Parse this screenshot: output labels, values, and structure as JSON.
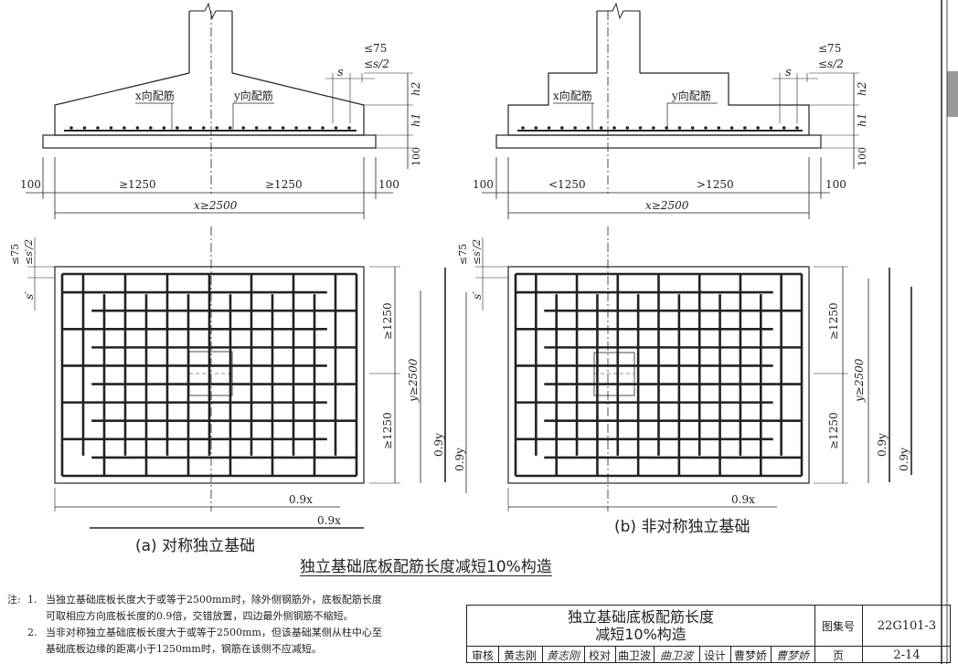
{
  "drawing_labels": {
    "x_rebar": "x向配筋",
    "y_rebar": "y向配筋",
    "le75": "≤75",
    "le_s2": "≤s/2",
    "s": "s",
    "h2": "h2",
    "h1": "h1",
    "dim100": "100",
    "ge1250": "≥1250",
    "lt1250": "<1250",
    "gt1250": ">1250",
    "x_ge2500": "x≥2500",
    "y_ge2500": "y≥2500",
    "zero9x": "0.9x",
    "zero9y": "0.9y",
    "plan_le75": "≤75",
    "plan_le_s2": "≤s′/2",
    "plan_s": "s′"
  },
  "captions": {
    "a": "(a)  对称独立基础",
    "b": "(b)  非对称独立基础",
    "main": "独立基础底板配筋长度减短10%构造"
  },
  "notes": {
    "label": "注:",
    "items": [
      {
        "num": "1.",
        "lines": [
          "当独立基础底板长度大于或等于2500mm时，除外侧钢筋外，底板配筋长度",
          "可取相应方向底板长度的0.9倍，交错放置，四边最外侧钢筋不缩短。"
        ]
      },
      {
        "num": "2.",
        "lines": [
          "当非对称独立基础底板长度大于或等于2500mm，但该基础某侧从柱中心至",
          "基础底板边缘的距离小于1250mm时，钢筋在该侧不应减短。"
        ]
      }
    ]
  },
  "title_block": {
    "title_line1": "独立基础底板配筋长度",
    "title_line2": "减短10%构造",
    "atlas_label": "图集号",
    "atlas_no": "22G101-3",
    "review_label": "审核",
    "reviewer": "黄志刚",
    "reviewer_sig": "黄志刚",
    "check_label": "校对",
    "checker": "曲卫波",
    "checker_sig": "曲卫波",
    "design_label": "设计",
    "designer": "曹梦娇",
    "designer_sig": "曹梦娇",
    "page_label": "页",
    "page_no": "2-14"
  }
}
